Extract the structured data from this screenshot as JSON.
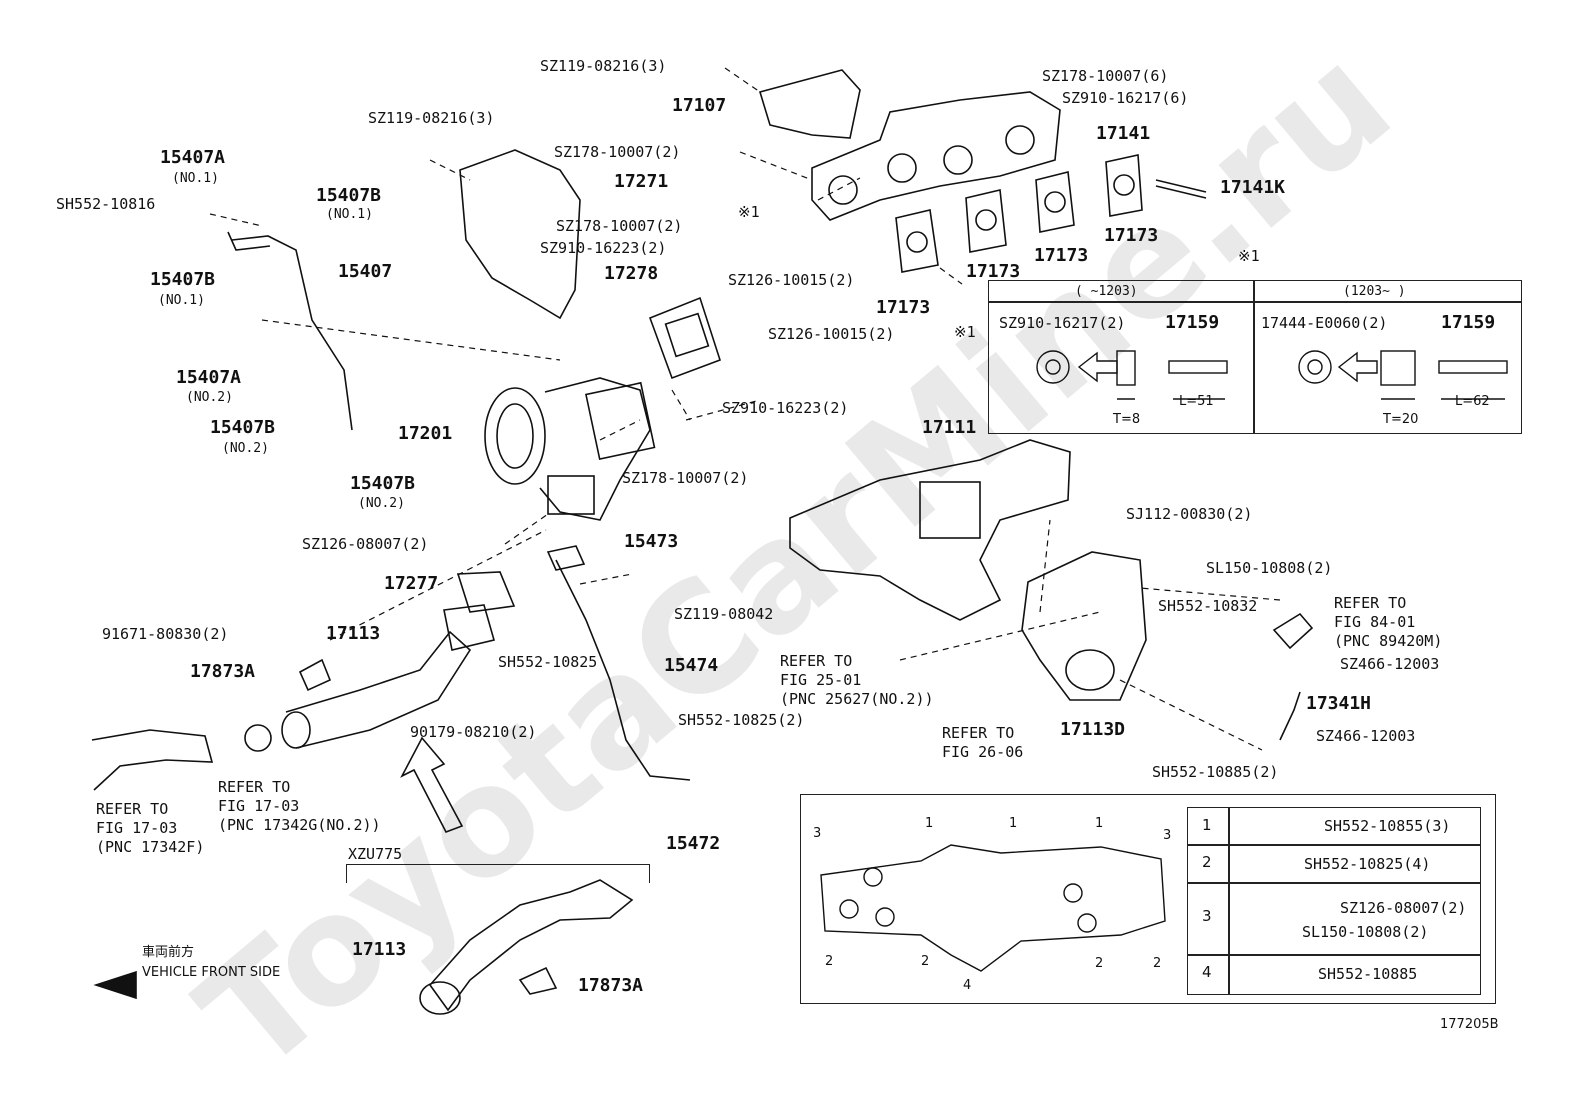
{
  "watermark": "ToyotaCarMine.ru",
  "diagram_id": "177205B",
  "vehicle_front": {
    "jp": "車両前方",
    "en": "VEHICLE FRONT SIDE"
  },
  "variant": "XZU775",
  "parts": {
    "p15407a_1": "15407A",
    "p15407a_1_note": "(NO.1)",
    "p15407b_1a": "15407B",
    "p15407b_1a_note": "(NO.1)",
    "p15407b_1b": "15407B",
    "p15407b_1b_note": "(NO.1)",
    "p15407": "15407",
    "p15407a_2": "15407A",
    "p15407a_2_note": "(NO.2)",
    "p15407b_2a": "15407B",
    "p15407b_2a_note": "(NO.2)",
    "p15407b_2b": "15407B",
    "p15407b_2b_note": "(NO.2)",
    "p17107": "17107",
    "p17271": "17271",
    "p17278": "17278",
    "p17201": "17201",
    "p17141": "17141",
    "p17141k": "17141K",
    "p17173_a": "17173",
    "p17173_b": "17173",
    "p17173_c": "17173",
    "p17173_d": "17173",
    "p17111": "17111",
    "p15473": "15473",
    "p15474": "15474",
    "p15472": "15472",
    "p17277": "17277",
    "p17113_a": "17113",
    "p17113_b": "17113",
    "p17873a_a": "17873A",
    "p17873a_b": "17873A",
    "p17113d": "17113D",
    "p17341h": "17341H"
  },
  "fasteners": {
    "f1": "SZ119-08216(3)",
    "f2": "SZ119-08216(3)",
    "f3": "SH552-10816",
    "f4": "SZ178-10007(2)",
    "f5": "SZ178-10007(2)",
    "f6": "SZ910-16223(2)",
    "f7": "SZ126-10015(2)",
    "f8": "SZ126-10015(2)",
    "f9": "SZ910-16223(2)",
    "f10": "SZ178-10007(2)",
    "f11": "SZ178-10007(6)",
    "f12": "SZ910-16217(6)",
    "f13": "SZ126-08007(2)",
    "f14": "91671-80830(2)",
    "f15": "SH552-10825",
    "f16": "SZ119-08042",
    "f17": "SH552-10825(2)",
    "f18": "90179-08210(2)",
    "f19": "SJ112-00830(2)",
    "f20": "SL150-10808(2)",
    "f21": "SH552-10832",
    "f22": "SZ466-12003",
    "f23": "SZ466-12003",
    "f24": "SH552-10885(2)"
  },
  "star_mark_a": "※1",
  "star_mark_b": "※1",
  "refers": {
    "r1": "REFER TO\nFIG 17-03\n(PNC 17342F)",
    "r2": "REFER TO\nFIG 17-03\n(PNC 17342G(NO.2))",
    "r3": "REFER TO\nFIG 25-01\n(PNC 25627(NO.2))",
    "r4": "REFER TO\nFIG 26-06",
    "r5": "REFER TO\nFIG 84-01\n(PNC 89420M)"
  },
  "note_table": {
    "mark": "※1",
    "left": {
      "period": "(    ~1203)",
      "washer": "SZ910-16217(2)",
      "stud": "17159",
      "t": "T=8",
      "l": "L=51"
    },
    "right": {
      "period": "(1203~    )",
      "washer": "17444-E0060(2)",
      "stud": "17159",
      "t": "T=20",
      "l": "L=62"
    }
  },
  "legend": [
    {
      "num": "1",
      "part": "SH552-10855(3)"
    },
    {
      "num": "2",
      "part": "SH552-10825(4)"
    },
    {
      "num": "3",
      "part": "SZ126-08007(2)",
      "part2": "SL150-10808(2)"
    },
    {
      "num": "4",
      "part": "SH552-10885"
    }
  ],
  "flange_marks": {
    "m1": "3",
    "m2": "1",
    "m3": "1",
    "m4": "1",
    "m5": "3",
    "m6": "2",
    "m7": "2",
    "m8": "4",
    "m9": "2",
    "m10": "2"
  }
}
